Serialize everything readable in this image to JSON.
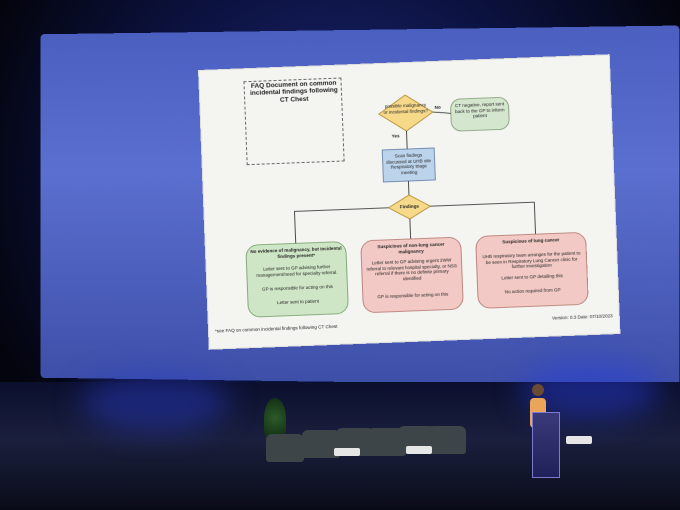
{
  "slide": {
    "title": "FAQ Document on common incidental findings following CT Chest",
    "decision1": "possible malignancy or incidental findings?",
    "no_label": "No",
    "yes_label": "Yes",
    "ct_negative": "CT negative, report sent back to the GP to inform patient",
    "scan_findings": "Scan findings discussed at UHB site Respiratory triage meeting",
    "findings": "Findings",
    "box1_title": "No evidence of malignancy, but incidental findings present*",
    "box1_line1": "Letter sent to GP advising further management/need for specialty referral.",
    "box1_line2": "GP is responsible for acting on this",
    "box1_line3": "Letter sent to patient",
    "box2_title": "Suspicious of non-lung cancer malignancy",
    "box2_line1": "Letter sent to GP advising urgent 2WW referral to relevant hospital specialty, or NSS referral if there is no definite primary identified",
    "box2_line2": "GP is responsible for acting on this",
    "box3_title": "Suspicious of lung cancer",
    "box3_line1": "UHB respiratory team arranges for the patient to be seen in Respiratory Lung Cancer clinic for further investigation",
    "box3_line2": "Letter sent to GP detailing this",
    "box3_line3": "No action required from GP",
    "footnote": "*see FAQ on common incidental findings following CT Chest",
    "version": "Version: 0.3 Date: 07/10/2023"
  },
  "colors": {
    "diamond": "#f7d98a",
    "green_box": "#cfe6c6",
    "red_box": "#f2c9c4",
    "blue_box": "#bcd3ec",
    "ct_box": "#d5e6cf"
  }
}
